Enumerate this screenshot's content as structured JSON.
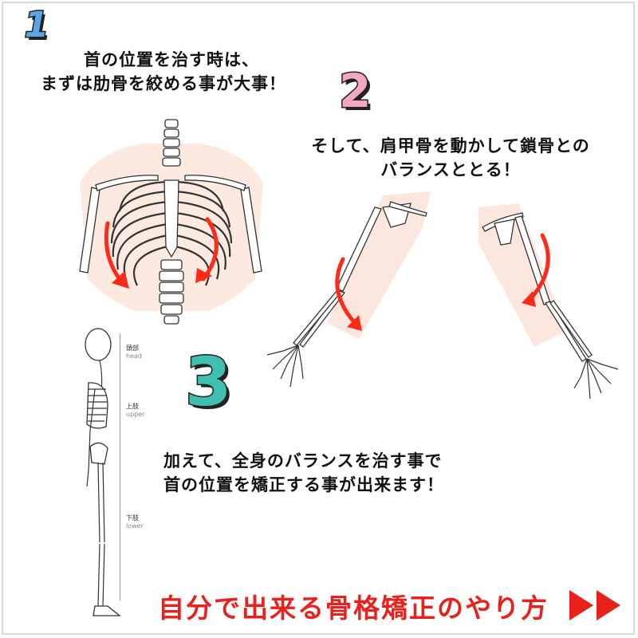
{
  "numbers": {
    "step1": "1",
    "step2": "2",
    "step3": "3"
  },
  "colors": {
    "step1": "#5aa7e6",
    "step2": "#f4a6c2",
    "step3": "#3fbfb0",
    "arrow": "#ff2a1a",
    "highlight": "#fbe3d8",
    "footer": "#e8211c"
  },
  "step1": {
    "line1": "首の位置を治す時は、",
    "line2": "まずは肋骨を絞める事が大事！"
  },
  "step2": {
    "line1": "そして、肩甲骨を動かして鎖骨との",
    "line2": "バランスととる！"
  },
  "step3": {
    "line1": "加えて、全身のバランスを治す事で",
    "line2": "首の位置を矯正する事が出来ます！"
  },
  "skeleton_labels": {
    "head_jp": "頭部",
    "head_en": "head",
    "upper_jp": "上肢",
    "upper_en": "upper",
    "lower_jp": "下肢",
    "lower_en": "lower"
  },
  "footer": {
    "title": "自分で出来る骨格矯正のやり方",
    "arrow_icon": "double-play-arrow-icon"
  }
}
